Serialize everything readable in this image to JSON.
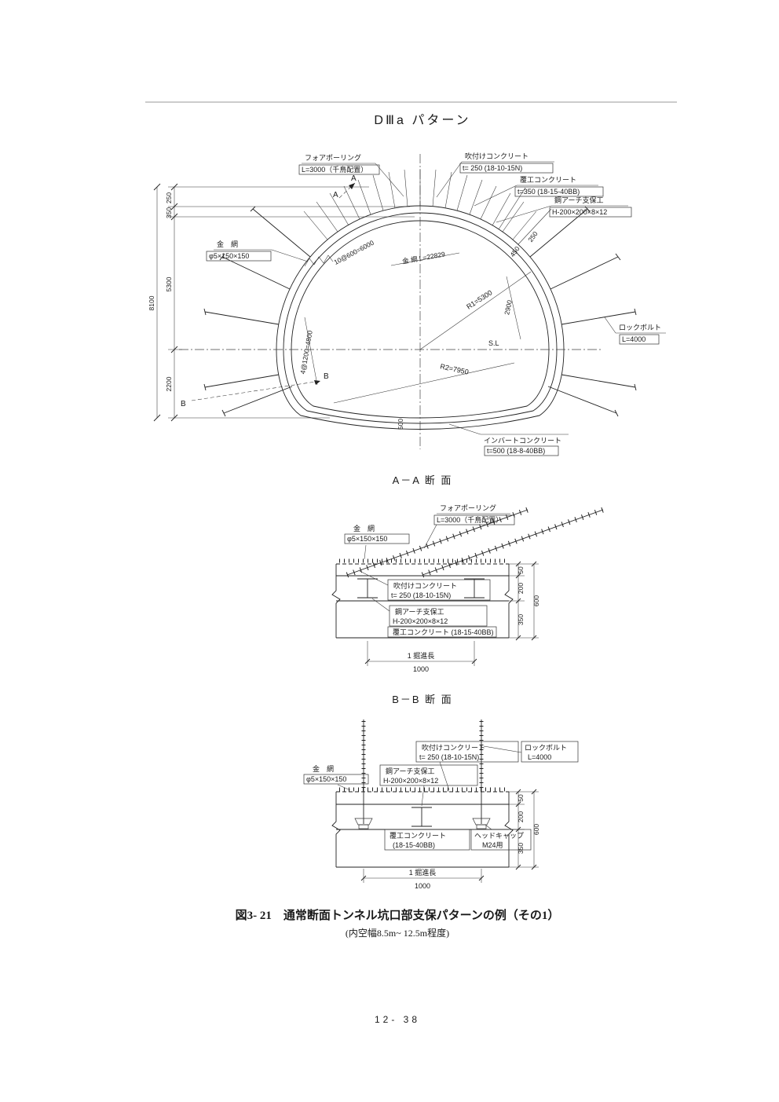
{
  "title": "DⅢa パターン",
  "main": {
    "forepoling": "フォアポーリング",
    "forepoling_spec": "L=3000（千鳥配置）",
    "shotcrete": "吹付けコンクリート",
    "shotcrete_spec": "t= 250 (18-10-15N)",
    "lining": "覆工コンクリート",
    "lining_spec": "t=350 (18-15-40BB)",
    "steel_arch": "鋼アーチ支保工",
    "steel_arch_spec": "H-200×200×8×12",
    "wire_mesh": "金　網",
    "wire_mesh_spec": "φ5×150×150",
    "rock_bolt": "ロックボルト",
    "rock_bolt_spec": "L=4000",
    "invert": "インバートコンクリート",
    "invert_spec": "t=500 (18-8-40BB)",
    "crown_spacing": "10@600=6000",
    "mesh_length": "金 網 L=22829",
    "side_spacing": "4@1200=4800",
    "radius1": "R1=5300",
    "radius2": "R2=7950",
    "springline": "S.L",
    "marker_a": "A",
    "marker_b": "B",
    "dims": {
      "d250": "250",
      "d350": "350",
      "d5300": "5300",
      "d8100": "8100",
      "d2200": "2200",
      "d2900": "2900",
      "d450": "450",
      "d250r": "250",
      "d500": "500"
    }
  },
  "section_a": {
    "heading": "A－A 断 面",
    "forepoling": "フォアポーリング",
    "forepoling_spec": "L=3000（千鳥配置）",
    "wire_mesh": "金　網",
    "wire_mesh_spec": "φ5×150×150",
    "shotcrete": "吹付けコンクリート",
    "shotcrete_spec": "t= 250 (18-10-15N)",
    "steel_arch": "鋼アーチ支保工",
    "steel_arch_spec": "H-200×200×8×12",
    "lining": "覆工コンクリート (18-15-40BB)",
    "advance": "1 掘進長",
    "advance_len": "1000",
    "dims": {
      "d50": "50",
      "d200": "200",
      "d600": "600",
      "d350": "350"
    }
  },
  "section_b": {
    "heading": "B－B 断 面",
    "shotcrete": "吹付けコンクリート",
    "shotcrete_spec": "t= 250 (18-10-15N)",
    "rock_bolt": "ロックボルト",
    "rock_bolt_spec": "L=4000",
    "wire_mesh": "金　網",
    "wire_mesh_spec": "φ5×150×150",
    "steel_arch": "鋼アーチ支保工",
    "steel_arch_spec": "H-200×200×8×12",
    "lining": "覆工コンクリート",
    "lining_spec": "(18-15-40BB)",
    "headcap": "ヘッドキャップ",
    "headcap_spec": "M24用",
    "advance": "1 掘進長",
    "advance_len": "1000",
    "dims": {
      "d50": "50",
      "d200": "200",
      "d600": "600",
      "d350": "350"
    }
  },
  "caption": {
    "main": "図3- 21　通常断面トンネル坑口部支保パターンの例（その1）",
    "sub": "(内空幅8.5m~ 12.5m程度)"
  },
  "page_number": "12- 38"
}
